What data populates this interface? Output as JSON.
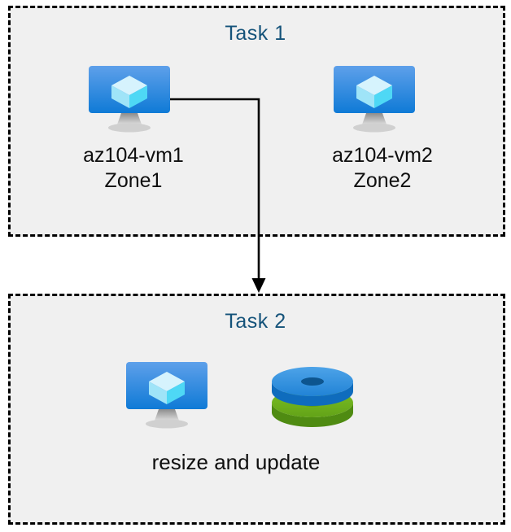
{
  "diagram": {
    "background_color": "#ffffff",
    "box_fill_color": "#f0f0f0",
    "box_border_color": "#000000",
    "title_color": "#15537a",
    "label_color": "#0f0f0f",
    "connector_color": "#000000"
  },
  "task1": {
    "title": "Task 1",
    "nodes": [
      {
        "icon": "virtual-machine-icon",
        "label": "az104-vm1\nZone1",
        "name": "az104-vm1",
        "zone": "Zone1"
      },
      {
        "icon": "virtual-machine-icon",
        "label": "az104-vm2\nZone2",
        "name": "az104-vm2",
        "zone": "Zone2"
      }
    ]
  },
  "task2": {
    "title": "Task 2",
    "icons": [
      "virtual-machine-icon",
      "disks-icon"
    ],
    "label": "resize and update"
  },
  "connector": {
    "from": "az104-vm1",
    "to": "task2",
    "arrow": "down-arrow-icon"
  }
}
